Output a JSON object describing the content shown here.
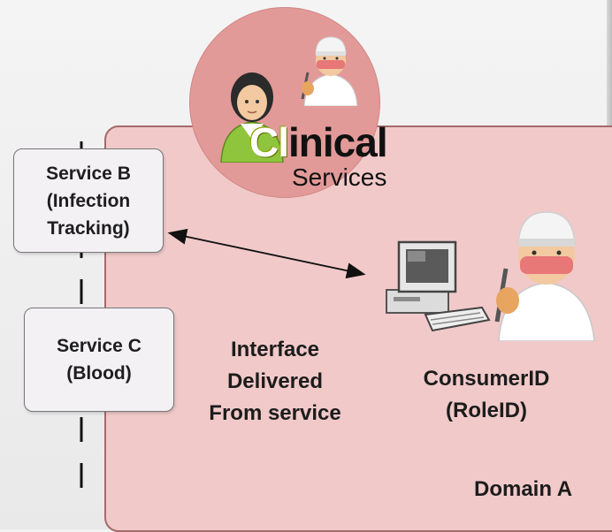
{
  "logo": {
    "word_first_letters": "Cl",
    "word_rest": "inical",
    "subtitle": "Services"
  },
  "services": [
    {
      "label": "Service B\n(Infection\nTracking)"
    },
    {
      "label": "Service C\n(Blood)"
    }
  ],
  "domain": {
    "label": "Domain A"
  },
  "interface_label": "Interface\nDelivered\nFrom service",
  "consumer_label": "ConsumerID\n(RoleID)",
  "colors": {
    "circle": "#e29a98",
    "domain_fill": "#f1c9c9",
    "domain_border": "#a46a6a",
    "service_box_fill": "#f3f1f4"
  },
  "icons": [
    "nurse-icon",
    "surgeon-icon",
    "computer-icon",
    "arrow-icon"
  ]
}
